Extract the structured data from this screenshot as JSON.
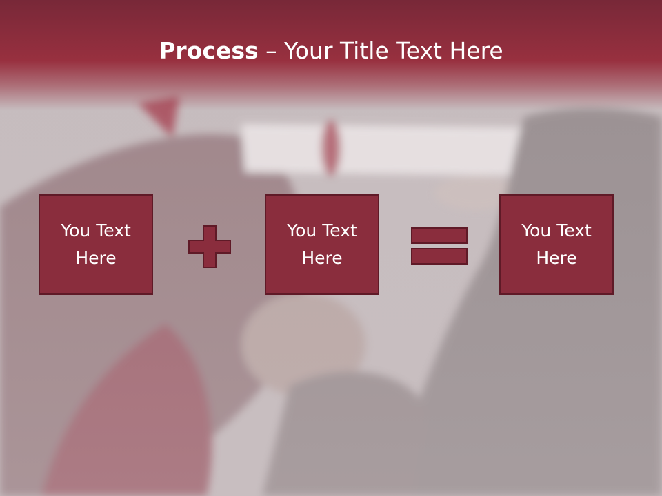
{
  "slide": {
    "title_bold": "Process",
    "title_rest": " – Your Title Text Here"
  },
  "boxes": [
    {
      "label": "You Text Here"
    },
    {
      "label": "You Text Here"
    },
    {
      "label": "You Text Here"
    }
  ],
  "operators": [
    "plus",
    "equals"
  ],
  "colors": {
    "header": "#98303f",
    "box_fill": "#8a2d3d",
    "box_border": "#5f1a27",
    "background": "#c9bfc1"
  }
}
